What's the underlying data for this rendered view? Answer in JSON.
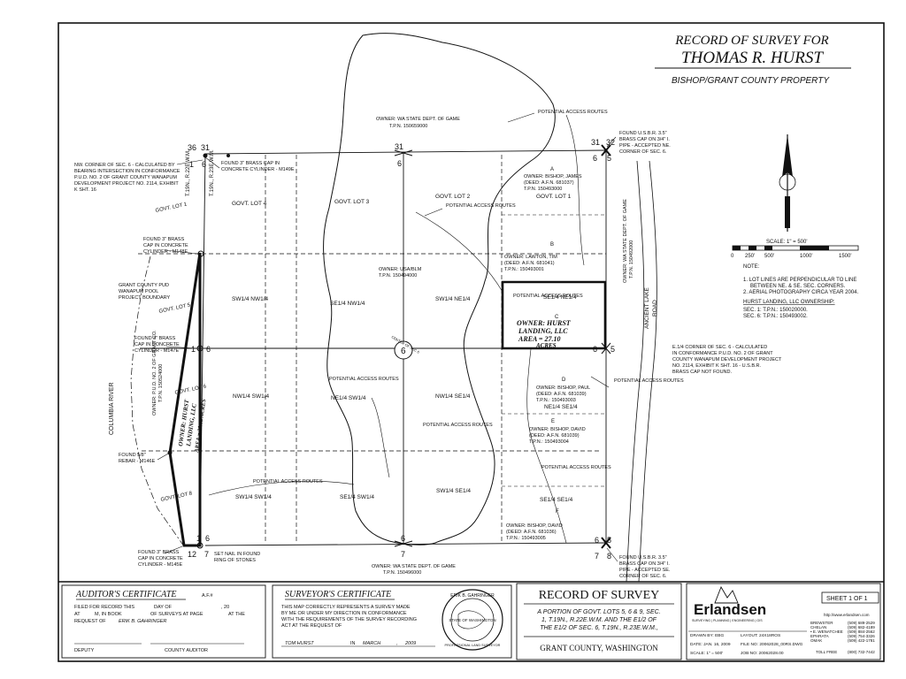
{
  "title": {
    "line1": "RECORD OF SURVEY FOR",
    "line2": "THOMAS R. HURST",
    "line3": "BISHOP/GRANT COUNTY PROPERTY"
  },
  "corners": {
    "nw_36": "36",
    "nw_31": "31",
    "nw_1": "1",
    "nw_6": "6",
    "top_31": "31",
    "top_6": "6",
    "ne_31": "31",
    "ne_32": "32",
    "ne_6": "6",
    "ne_5": "5",
    "w_1": "1",
    "w_6": "6",
    "center_6": "6",
    "center_label": "CENTER OF SEC 6",
    "e_6": "6",
    "e_5": "5",
    "sw_1": "1",
    "sw_6": "6",
    "sw_12": "12",
    "sw_7": "7",
    "bot_6": "6",
    "bot_7": "7",
    "se_6": "6",
    "se_5": "5",
    "se_7": "7",
    "se_8": "8"
  },
  "labels": {
    "township_1": "T.19N., R.22E.W.M.",
    "township_2": "T.19N., R.23E.W.M.",
    "owner_game_top": "OWNER: WA STATE DEPT. OF GAME",
    "tpn_game_top": "T.P.N. 150659000",
    "potential_access_top": "POTENTIAL ACCESS ROUTES",
    "ne_corner_1": "FOUND U.S.B.R. 3.5\"",
    "ne_corner_2": "BRASS CAP ON 3/4\" I.",
    "ne_corner_3": "PIPE - ACCEPTED NE.",
    "ne_corner_4": "CORNER OF SEC. 6.",
    "nw_corner_1": "NW. CORNER OF SEC. 6 - CALCULATED BY",
    "nw_corner_2": "BEARING INTERSECTION IN CONFORMANCE",
    "nw_corner_3": "P.U.D. NO. 2 OF GRANT COUNTY WANAPUM",
    "nw_corner_4": "DEVELOPMENT PROJECT NO. 2114, EXHIBIT",
    "nw_corner_5": "K SHT. 16",
    "found_m149e_1": "FOUND 3\" BRASS CAP IN",
    "found_m149e_2": "CONCRETE CYLINDER - M149E",
    "govt_lot_1_left": "GOVT. LOT 1",
    "govt_lot_4": "GOVT. LOT 4",
    "govt_lot_3": "GOVT. LOT 3",
    "govt_lot_2": "GOVT. LOT 2",
    "govt_lot_1": "GOVT. LOT 1",
    "potential_access_mid": "POTENTIAL ACCESS ROUTES",
    "owner_a_letter": "A",
    "owner_a_1": "OWNER: BISHOP, JAMES",
    "owner_a_2": "(DEED: A.F.N. 681037)",
    "owner_a_3": "T.P.N. 150493000",
    "owner_b_letter": "B",
    "owner_b_1": "OWNER: LAWTON, TIM",
    "owner_b_2": "(DEED: A.F.N. 681041)",
    "owner_b_3": "T.P.N.: 150493001",
    "found_m148e_1": "FOUND 3\" BRASS",
    "found_m148e_2": "CAP IN CONCRETE",
    "found_m148e_3": "CYLINDER - M148E",
    "owner_usa_1": "OWNER: USA/BLM",
    "owner_usa_2": "T.P.N. 150494000",
    "pud_boundary_1": "GRANT COUNTY PUD",
    "pud_boundary_2": "WANAPUM POOL",
    "pud_boundary_3": "PROJECT BOUNDARY",
    "govt_lot_5": "GOVT. LOT 5",
    "sw_nw": "SW1/4 NW1/4",
    "se_nw": "SE1/4 NW1/4",
    "sw_ne": "SW1/4 NE1/4",
    "se_ne": "SE1/4 NE1/4",
    "potential_access_c": "POTENTIAL ACCESS ROUTES",
    "owner_c_letter": "C",
    "owner_c_1": "OWNER: HURST",
    "owner_c_2": "LANDING, LLC",
    "owner_c_3": "AREA = 27.10",
    "owner_c_4": "ACRES",
    "wa_game_east_1": "OWNER: WA STATE DEPT. OF GAME",
    "wa_game_east_2": "T.P.N. 150492000",
    "ancient_lake_1": "ANCIENT LAKE",
    "ancient_lake_2": "ROAD",
    "found_m147e_1": "FOUND 3\" BRASS",
    "found_m147e_2": "CAP IN CONCRETE",
    "found_m147e_3": "CYLINDER - M147E",
    "e_quarter_1": "E.1/4 CORNER OF SEC. 6 - CALCULATED",
    "e_quarter_2": "IN CONFORMANCE P.U.D. NO. 2 OF GRANT",
    "e_quarter_3": "COUNTY WANAPUM DEVELOPMENT PROJECT",
    "e_quarter_4": "NO. 2114, EXHIBIT K SHT. 16 - U.S.B.R.",
    "e_quarter_5": "BRASS CAP NOT FOUND.",
    "columbia_river": "COLUMBIA RIVER",
    "govt_lot_6": "GOVT. LOT 6",
    "pud_owner_1": "OWNER: P.U.D. NO. 2 OF GRANT CO.",
    "pud_owner_2": "T.P.N. 150524000",
    "hurst_west_1": "OWNER: HURST",
    "hurst_west_2": "LANDING, LLC",
    "hurst_west_3": "AREA = 21.03 ACRES",
    "nw_sw": "NW1/4 SW1/4",
    "potential_access_ne_sw": "POTENTIAL ACCESS ROUTES",
    "ne_sw": "NE1/4 SW1/4",
    "nw_se": "NW1/4 SE1/4",
    "ne_se": "NE1/4 SE1/4",
    "potential_access_center": "POTENTIAL ACCESS ROUTES",
    "owner_d_letter": "D",
    "owner_d_1": "OWNER: BISHOP, PAUL",
    "owner_d_2": "(DEED: A.F.N. 681039)",
    "owner_d_3": "T.P.N.: 150493003",
    "potential_access_d": "POTENTIAL ACCESS ROUTES",
    "owner_e_letter": "E",
    "owner_e_1": "OWNER: BISHOP, DAVID",
    "owner_e_2": "(DEED: A.F.N. 681039)",
    "owner_e_3": "T.P.N.: 150493004",
    "found_m146e_1": "FOUND 5/8\"",
    "found_m146e_2": "REBAR - M146E",
    "govt_lot_8": "GOVT. LOT 8",
    "potential_access_sw": "POTENTIAL ACCESS ROUTES",
    "potential_access_se": "POTENTIAL ACCESS ROUTES",
    "sw_sw": "SW1/4 SW1/4",
    "se_sw": "SE1/4 SW1/4",
    "sw_se": "SW1/4 SE1/4",
    "se_se": "SE1/4 SE1/4",
    "owner_f_letter": "F",
    "owner_f_1": "OWNER: BISHOP, DAVID",
    "owner_f_2": "(DEED: A.F.N. 681036)",
    "owner_f_3": "T.P.N.: 150493005",
    "found_m145e_1": "FOUND 3\" BRASS",
    "found_m145e_2": "CAP IN CONCRETE",
    "found_m145e_3": "CYLINDER - M145E",
    "set_nail_1": "SET NAIL IN FOUND",
    "set_nail_2": "RING OF STONES",
    "owner_game_bottom_1": "OWNER: WA STATE DEPT. OF GAME",
    "owner_game_bottom_2": "T.P.N. 150496000",
    "se_corner_1": "FOUND U.S.B.R. 3.5\"",
    "se_corner_2": "BRASS CAP ON 3/4\" I.",
    "se_corner_3": "PIPE - ACCEPTED SE.",
    "se_corner_4": "CORNER OF SEC. 6."
  },
  "scale": {
    "label": "SCALE: 1\" = 500'",
    "ticks": [
      "0",
      "250'",
      "500'",
      "1000'",
      "1500'"
    ]
  },
  "notes": {
    "heading": "NOTE:",
    "n1a": "1. LOT LINES ARE PERPENDICULAR TO LINE",
    "n1b": "BETWEEN NE. & SE. SEC. CORNERS.",
    "n2": "2. AERIAL PHOTOGRAPHY CIRCA YEAR 2004.",
    "ownership_heading": "HURST LANDING, LLC OWNERSHIP:",
    "sec1": "SEC. 1: T.P.N.: 150020000.",
    "sec6": "SEC. 6: T.P.N.: 150493002."
  },
  "auditor": {
    "title": "AUDITOR'S CERTIFICATE",
    "afn": "A.F.#",
    "l1a": "FILED FOR RECORD THIS",
    "l1b": "DAY OF",
    "l1c": ", 20",
    "l2a": "AT",
    "l2b": "M, IN BOOK",
    "l2c": "OF SURVEYS AT PAGE",
    "l2d": "AT THE",
    "l3a": "REQUEST OF",
    "l3b": "ERIK B. GAHRINGER",
    "deputy": "DEPUTY",
    "county_auditor": "COUNTY AUDITOR"
  },
  "surveyor": {
    "title": "SURVEYOR'S CERTIFICATE",
    "l1": "THIS MAP CORRECTLY REPRESENTS A SURVEY MADE",
    "l2": "BY ME OR UNDER MY DIRECTION IN CONFORMANCE",
    "l3": "WITH THE REQUIREMENTS OF THE SURVEY RECORDING",
    "l4": "ACT AT THE REQUEST OF",
    "sig_name": "TOM HURST",
    "sig_in": "IN",
    "sig_month": "MARCH",
    "sig_comma": ",",
    "sig_year": "2009"
  },
  "seal": {
    "top": "ERIK B. GAHRINGER",
    "mid": "STATE OF WASHINGTON",
    "bottom": "PROFESSIONAL LAND SURVEYOR"
  },
  "record": {
    "title": "RECORD OF SURVEY",
    "l1": "A PORTION OF GOVT. LOTS 5, 6 & 9, SEC.",
    "l2": "1, T.19N., R.22E.W.M. AND THE E1/2 OF",
    "l3": "THE E1/2 OF SEC. 6, T.19N., R.23E.W.M.,",
    "county": "GRANT COUNTY, WASHINGTON"
  },
  "company": {
    "name": "Erlandsen",
    "tagline": "SURVEYING | PLANNING | ENGINEERING | GIS",
    "website": "http://www.erlandsen.com",
    "sheet": "SHEET 1 OF 1",
    "drawn_by": "DRAWN BY: EBG",
    "date": "DATE: JAN. 16, 2009",
    "scale": "SCALE: 1\" = 500'",
    "layout": "LAYOUT: 24X18ROS",
    "file_no": "FILE NO: 20062028_00RS.DWG",
    "job_no": "JOB NO: 20062028.00",
    "offices": [
      {
        "city": "BREWSTER",
        "phone": "(509) 689-2529"
      },
      {
        "city": "CHELAN",
        "phone": "(509) 682-4189"
      },
      {
        "city": "• E. WENATCHEE",
        "phone": "(509) 884-2562"
      },
      {
        "city": "EPHRATA",
        "phone": "(509) 754-3326"
      },
      {
        "city": "OMAK",
        "phone": "(509) 422-1781"
      }
    ],
    "toll_free_label": "TOLL FREE",
    "toll_free": "(800) 732-7442"
  }
}
